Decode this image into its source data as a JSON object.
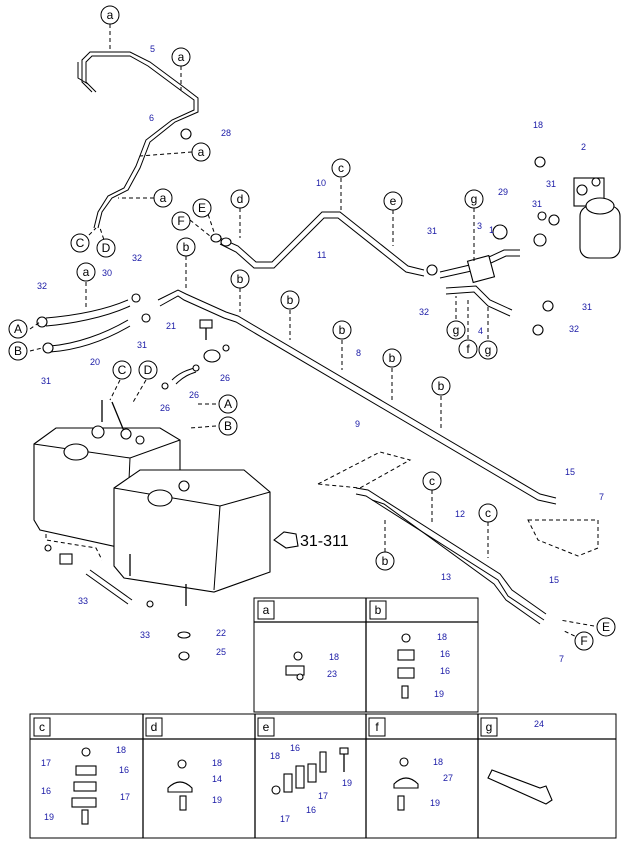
{
  "callouts": {
    "a": "a",
    "b": "b",
    "c": "c",
    "d": "d",
    "e": "e",
    "f": "f",
    "g": "g",
    "A": "A",
    "B": "B",
    "C": "C",
    "D": "D",
    "E": "E",
    "F": "F"
  },
  "part_numbers": {
    "p1": "1",
    "p2": "2",
    "p3": "3",
    "p4": "4",
    "p5": "5",
    "p6": "6",
    "p7": "7",
    "p8": "8",
    "p9": "9",
    "p10": "10",
    "p11": "11",
    "p12": "12",
    "p13": "13",
    "p14": "14",
    "p15": "15",
    "p16": "16",
    "p17": "17",
    "p18": "18",
    "p19": "19",
    "p20": "20",
    "p21": "21",
    "p22": "22",
    "p23": "23",
    "p24": "24",
    "p25": "25",
    "p26": "26",
    "p27": "27",
    "p28": "28",
    "p29": "29",
    "p30": "30",
    "p31": "31",
    "p32": "32",
    "p33": "33"
  },
  "reference": "31-311",
  "detail_panels": {
    "a": "a",
    "b": "b",
    "c": "c",
    "d": "d",
    "e": "e",
    "f": "f",
    "g": "g"
  },
  "colors": {
    "label_blue": "#1a1aa6",
    "line": "#000000"
  }
}
